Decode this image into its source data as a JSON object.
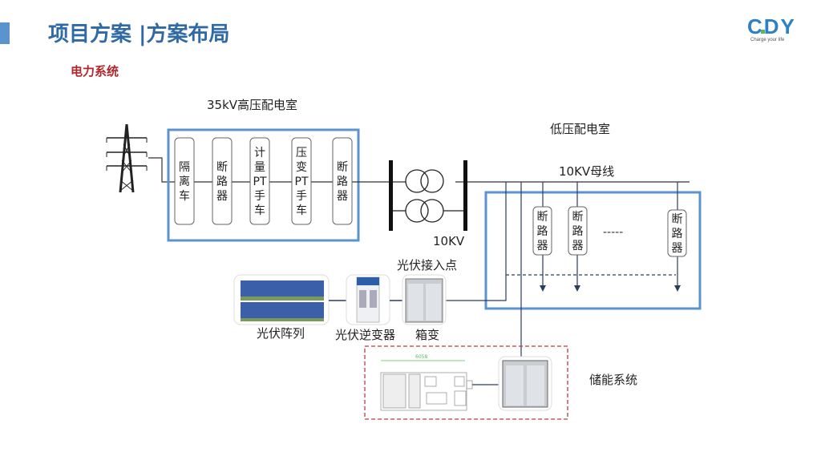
{
  "header": {
    "title": "项目方案 |方案布局",
    "subtitle": "电力系统",
    "logo_text": "CDY",
    "logo_slogan": "Charge your life"
  },
  "colors": {
    "accent": "#5b93cf",
    "title": "#2f6aa6",
    "subtitle": "#b3262a",
    "room_border": "#5b93cf",
    "storage_border": "#c0393b"
  },
  "hv_room": {
    "label": "35kV高压配电室",
    "devices": [
      [
        "隔",
        "离",
        "车"
      ],
      [
        "断",
        "路",
        "器"
      ],
      [
        "计",
        "量",
        "PT",
        "手",
        "车"
      ],
      [
        "压",
        "变",
        "PT",
        "手",
        "车"
      ],
      [
        "断",
        "路",
        "器"
      ]
    ]
  },
  "lv_room": {
    "label": "低压配电室",
    "bus_label": "10KV母线",
    "breakers": [
      [
        "断",
        "路",
        "器"
      ],
      [
        "断",
        "路",
        "器"
      ],
      [
        "断",
        "路",
        "器"
      ]
    ],
    "ellipsis": "-----"
  },
  "voltage_label": "10KV",
  "pv": {
    "array_label": "光伏阵列",
    "inverter_label": "光伏逆变器",
    "box_transformer_label": "箱变",
    "connection_point_label": "光伏接入点"
  },
  "storage": {
    "label": "储能系统",
    "dimension": "6058"
  }
}
